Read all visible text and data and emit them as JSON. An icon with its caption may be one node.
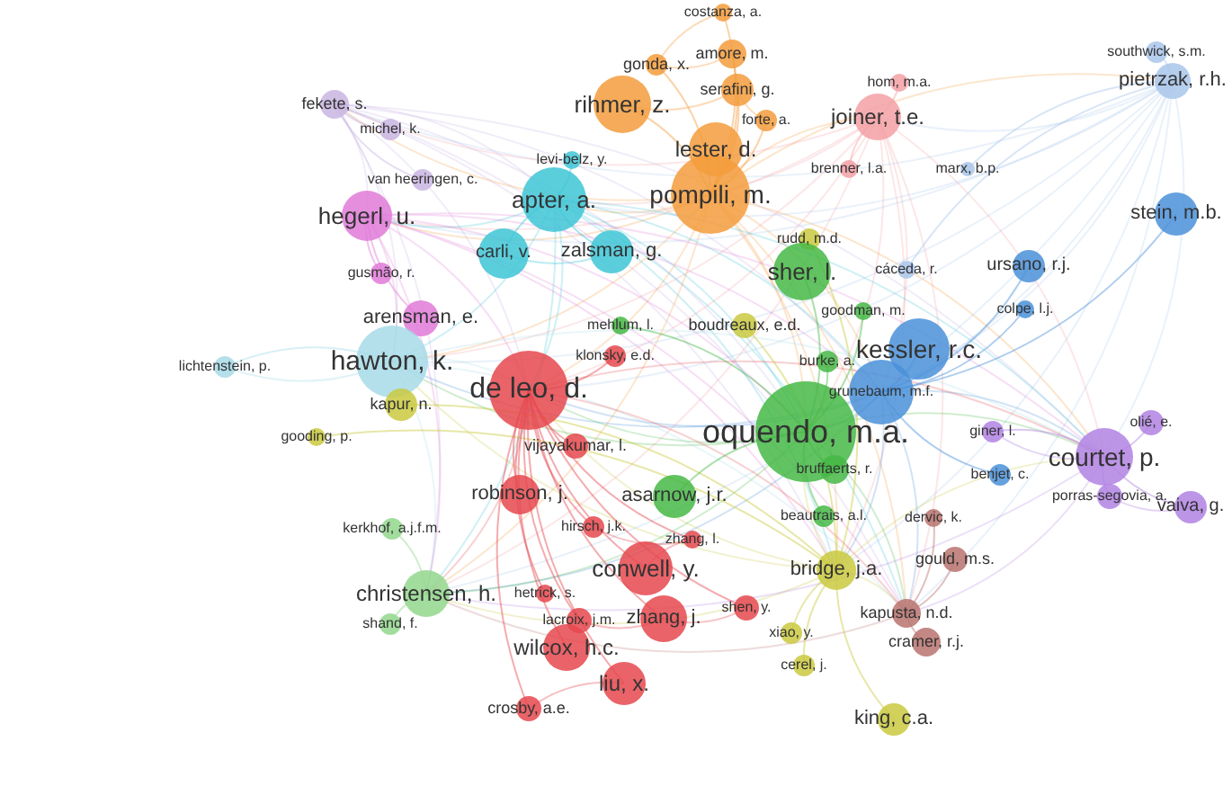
{
  "diagram": {
    "labels": [
      "costanza, a.",
      "gonda, x.",
      "amore, m.",
      "southwick, s.m.",
      "hom, m.a.",
      "pietrzak, r.h.",
      "fekete, s.",
      "rihmer, z.",
      "serafini, g.",
      "forte, a.",
      "joiner, t.e.",
      "michel, k.",
      "levi-belz, y.",
      "lester, d.",
      "brenner, l.a.",
      "marx, b.p.",
      "van heeringen, c.",
      "hegerl, u.",
      "apter, a.",
      "pompili, m.",
      "stein, m.b.",
      "gusmão, r.",
      "carli, v.",
      "zalsman, g.",
      "rudd, m.d.",
      "sher, l.",
      "cáceda, r.",
      "ursano, r.j.",
      "arensman, e.",
      "mehlum, l.",
      "boudreaux, e.d.",
      "goodman, m.",
      "colpe, l.j.",
      "lichtenstein, p.",
      "hawton, k.",
      "klonsky, e.d.",
      "burke, a.",
      "kessler, r.c.",
      "de leo, d.",
      "grunebaum, m.f.",
      "kapur, n.",
      "olié, e.",
      "gooding, p.",
      "vijayakumar, l.",
      "oquendo, m.a.",
      "giner, l.",
      "courtet, p.",
      "bruffaerts, r.",
      "benjet, c.",
      "robinson, j.",
      "asarnow, j.r.",
      "porras-segovia, a.",
      "vaiva, g.",
      "beautrais, a.l.",
      "dervic, k.",
      "kerkhof, a.j.f.m.",
      "hirsch, j.k.",
      "zhang, l.",
      "conwell, y.",
      "bridge, j.a.",
      "gould, m.s.",
      "christensen, h.",
      "hetrick, s.",
      "shand, f.",
      "lacroix, j.m.",
      "zhang, j.",
      "shen, y.",
      "kapusta, n.d.",
      "wilcox, h.c.",
      "xiao, y.",
      "cramer, r.j.",
      "cerel, j.",
      "liu, x.",
      "crosby, a.e.",
      "king, c.a."
    ]
  }
}
